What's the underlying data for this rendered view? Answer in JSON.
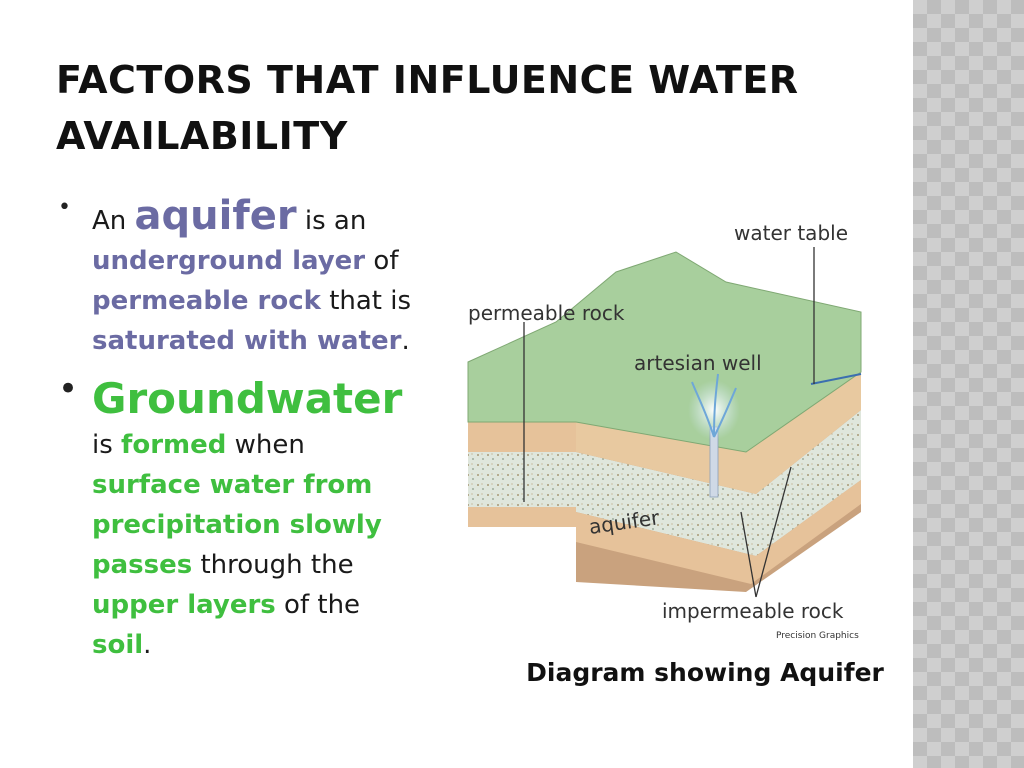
{
  "slide": {
    "title": "FACTORS THAT INFLUENCE WATER AVAILABILITY",
    "bullets": [
      {
        "parts": [
          {
            "text": "An ",
            "style": "plain"
          },
          {
            "text": "aquifer",
            "style": "blue-big"
          },
          {
            "text": " is an ",
            "style": "plain"
          },
          {
            "text": "underground layer",
            "style": "blue"
          },
          {
            "text": " of ",
            "style": "plain"
          },
          {
            "text": "permeable rock",
            "style": "blue"
          },
          {
            "text": " that is ",
            "style": "plain"
          },
          {
            "text": "saturated with water",
            "style": "blue"
          },
          {
            "text": ".",
            "style": "plain"
          }
        ]
      },
      {
        "parts": [
          {
            "text": "Groundwater",
            "style": "green-big"
          },
          {
            "text": "is ",
            "style": "plain"
          },
          {
            "text": "formed",
            "style": "green"
          },
          {
            "text": " when ",
            "style": "plain"
          },
          {
            "text": "surface water from precipitation slowly passes",
            "style": "green"
          },
          {
            "text": " through the ",
            "style": "plain"
          },
          {
            "text": "upper layers",
            "style": "green"
          },
          {
            "text": " of the ",
            "style": "plain"
          },
          {
            "text": "soil",
            "style": "green"
          },
          {
            "text": ".",
            "style": "plain"
          }
        ]
      }
    ],
    "diagram": {
      "labels": {
        "water_table": "water table",
        "permeable_rock": "permeable rock",
        "artesian_well": "artesian well",
        "aquifer": "aquifer",
        "impermeable_rock": "impermeable rock",
        "credit": "Precision Graphics"
      },
      "caption": "Diagram showing Aquifer"
    },
    "colors": {
      "accent_blue": "#6b6ba3",
      "accent_green": "#3fbf3f",
      "surface_green": "#a8cf9d",
      "soil_tan": "#e8c9a0",
      "aquifer_speckle": "#d9e3d6",
      "bedrock_brown": "#c9a27e"
    }
  }
}
